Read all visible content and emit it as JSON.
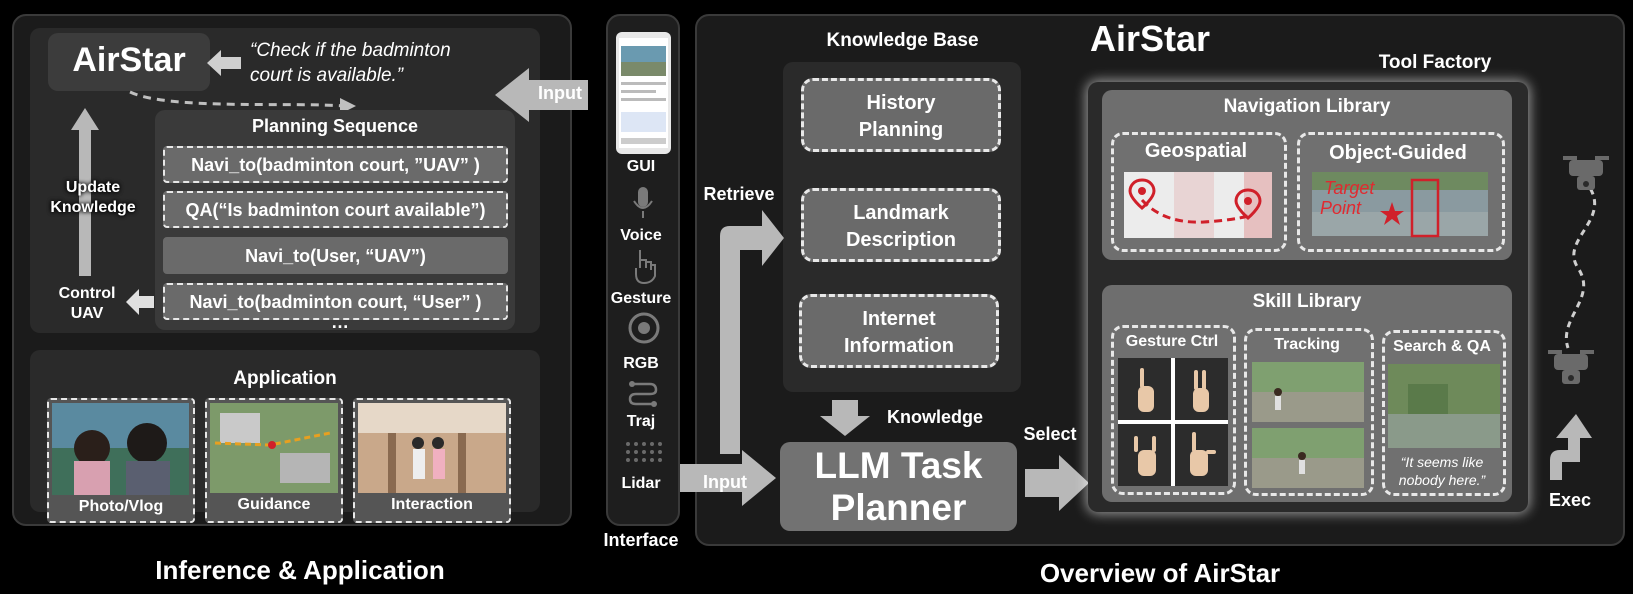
{
  "left": {
    "airstar_label": "AirStar",
    "quote_line1": "“Check if the badminton",
    "quote_line2": "court is available.”",
    "input_label": "Input",
    "update_line1": "Update",
    "update_line2": "Knowledge",
    "control_line1": "Control",
    "control_line2": "UAV",
    "planning_title": "Planning Sequence",
    "plan_items": [
      "Navi_to(badminton court, ”UAV” )",
      "QA(“Is badminton court available”)",
      "Navi_to(User, “UAV”)",
      "Navi_to(badminton court, “User” )"
    ],
    "ellipsis": "…",
    "application_title": "Application",
    "apps": [
      "Photo/Vlog",
      "Guidance",
      "Interaction"
    ],
    "section_title": "Inference & Application"
  },
  "interface": {
    "items": [
      "GUI",
      "Voice",
      "Gesture",
      "RGB",
      "Traj",
      "Lidar"
    ],
    "title": "Interface"
  },
  "right": {
    "title": "AirStar",
    "kb_title": "Knowledge Base",
    "kb_items": [
      [
        "History",
        "Planning"
      ],
      [
        "Landmark",
        "Description"
      ],
      [
        "Internet",
        "Information"
      ]
    ],
    "retrieve_label": "Retrieve",
    "knowledge_label": "Knowledge",
    "input_label": "Input",
    "planner_line1": "LLM Task",
    "planner_line2": "Planner",
    "select_label": "Select",
    "tool_factory_title": "Tool Factory",
    "nav_lib_title": "Navigation Library",
    "geospatial": "Geospatial",
    "object_guided": "Object-Guided",
    "target_line1": "Target",
    "target_line2": "Point",
    "skill_lib_title": "Skill Library",
    "gesture_ctrl": "Gesture Ctrl",
    "tracking": "Tracking",
    "search_qa": "Search & QA",
    "nobody_line1": "“It seems like",
    "nobody_line2": "nobody here.”",
    "exec_label": "Exec",
    "section_title": "Overview of AirStar"
  },
  "colors": {
    "accent_red": "#d0202a",
    "box_gray": "#6e6e6e",
    "arrow_gray": "#b8b8b8"
  }
}
